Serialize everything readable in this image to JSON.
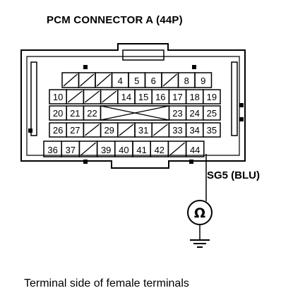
{
  "title": "PCM CONNECTOR A (44P)",
  "probe_label": "SG5 (BLU)",
  "caption": "Terminal side of female terminals",
  "meter_symbol": "Ω",
  "connector": {
    "rows": [
      [
        "",
        "",
        "",
        "4",
        "5",
        "6",
        "",
        "8",
        "9"
      ],
      [
        "10",
        "",
        "",
        "",
        "14",
        "15",
        "16",
        "17",
        "18",
        "19"
      ],
      [
        "20",
        "21",
        "22",
        "",
        "",
        "",
        "",
        "23",
        "24",
        "25"
      ],
      [
        "26",
        "27",
        "",
        "29",
        "",
        "31",
        "",
        "33",
        "34",
        "35"
      ],
      [
        "36",
        "37",
        "",
        "39",
        "40",
        "41",
        "42",
        "",
        "44"
      ]
    ]
  }
}
